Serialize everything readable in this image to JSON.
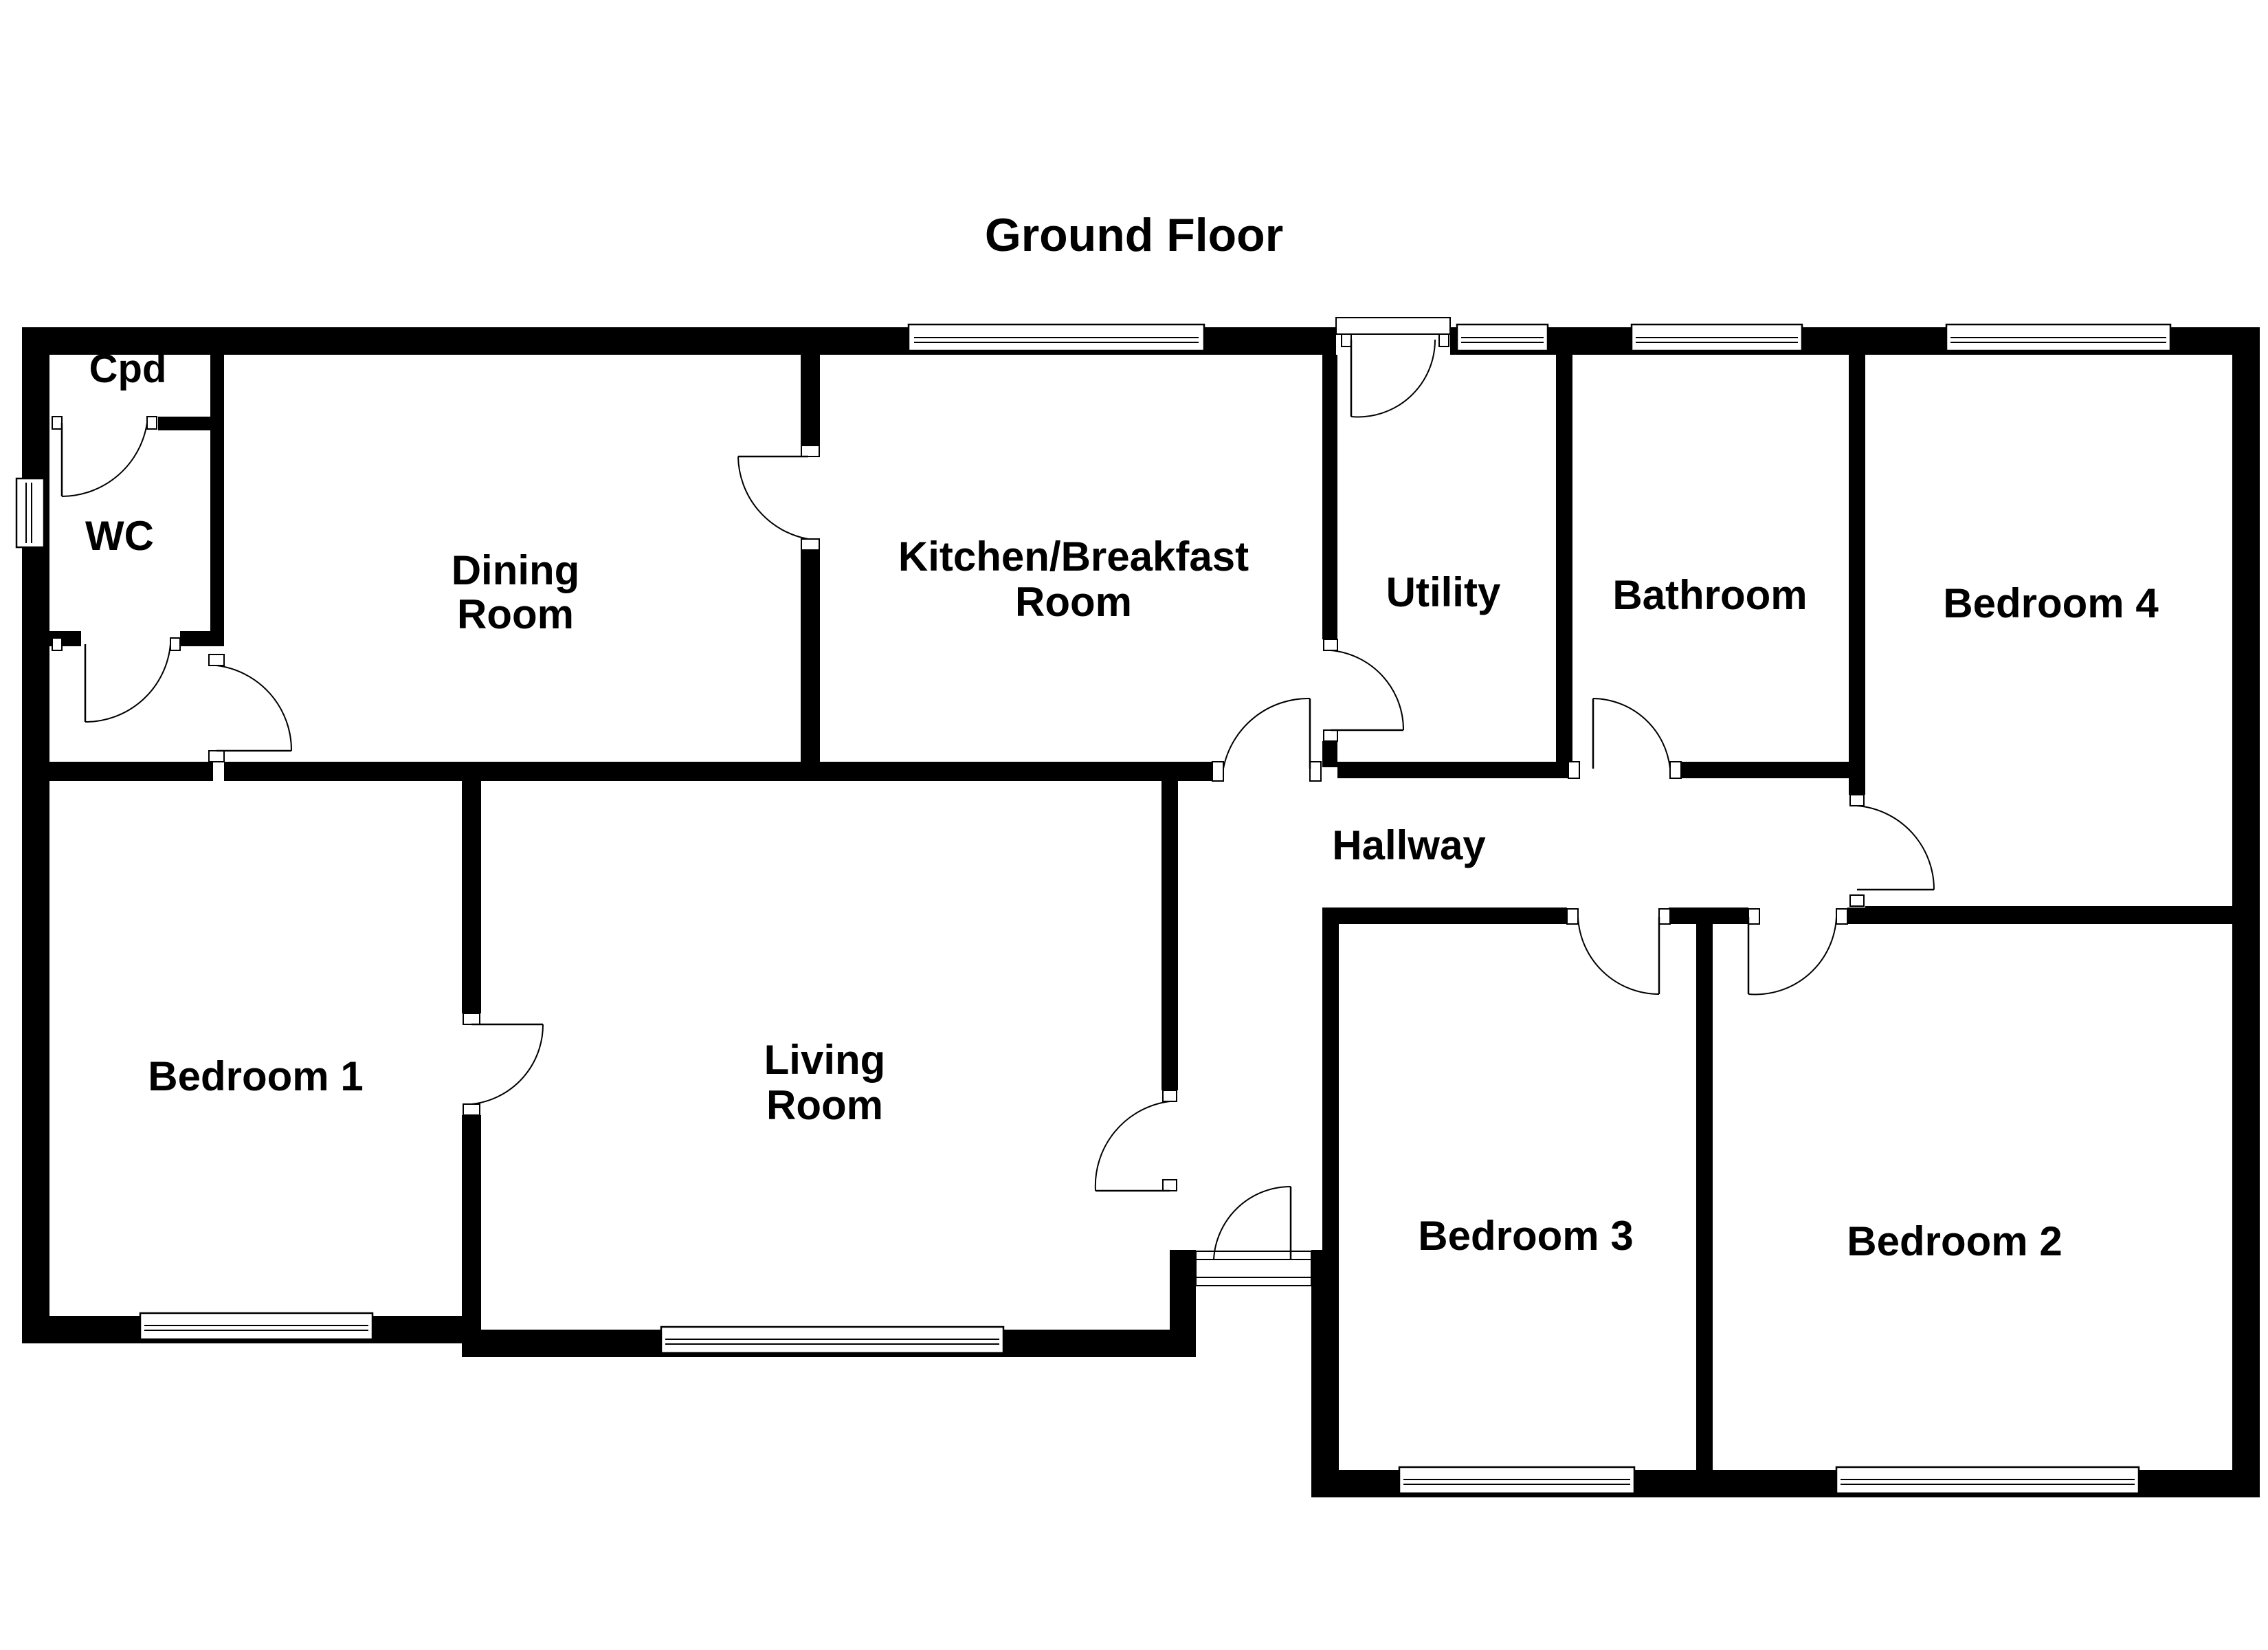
{
  "title": "Ground Floor",
  "rooms": {
    "cpd": "Cpd",
    "wc": "WC",
    "dining_line1": "Dining",
    "dining_line2": "Room",
    "kitchen_line1": "Kitchen/Breakfast",
    "kitchen_line2": "Room",
    "utility": "Utility",
    "bathroom": "Bathroom",
    "bedroom4": "Bedroom 4",
    "hallway": "Hallway",
    "bedroom1": "Bedroom 1",
    "living_line1": "Living",
    "living_line2": "Room",
    "bedroom3": "Bedroom 3",
    "bedroom2": "Bedroom 2"
  },
  "colors": {
    "wall": "#000000",
    "background": "#ffffff"
  }
}
